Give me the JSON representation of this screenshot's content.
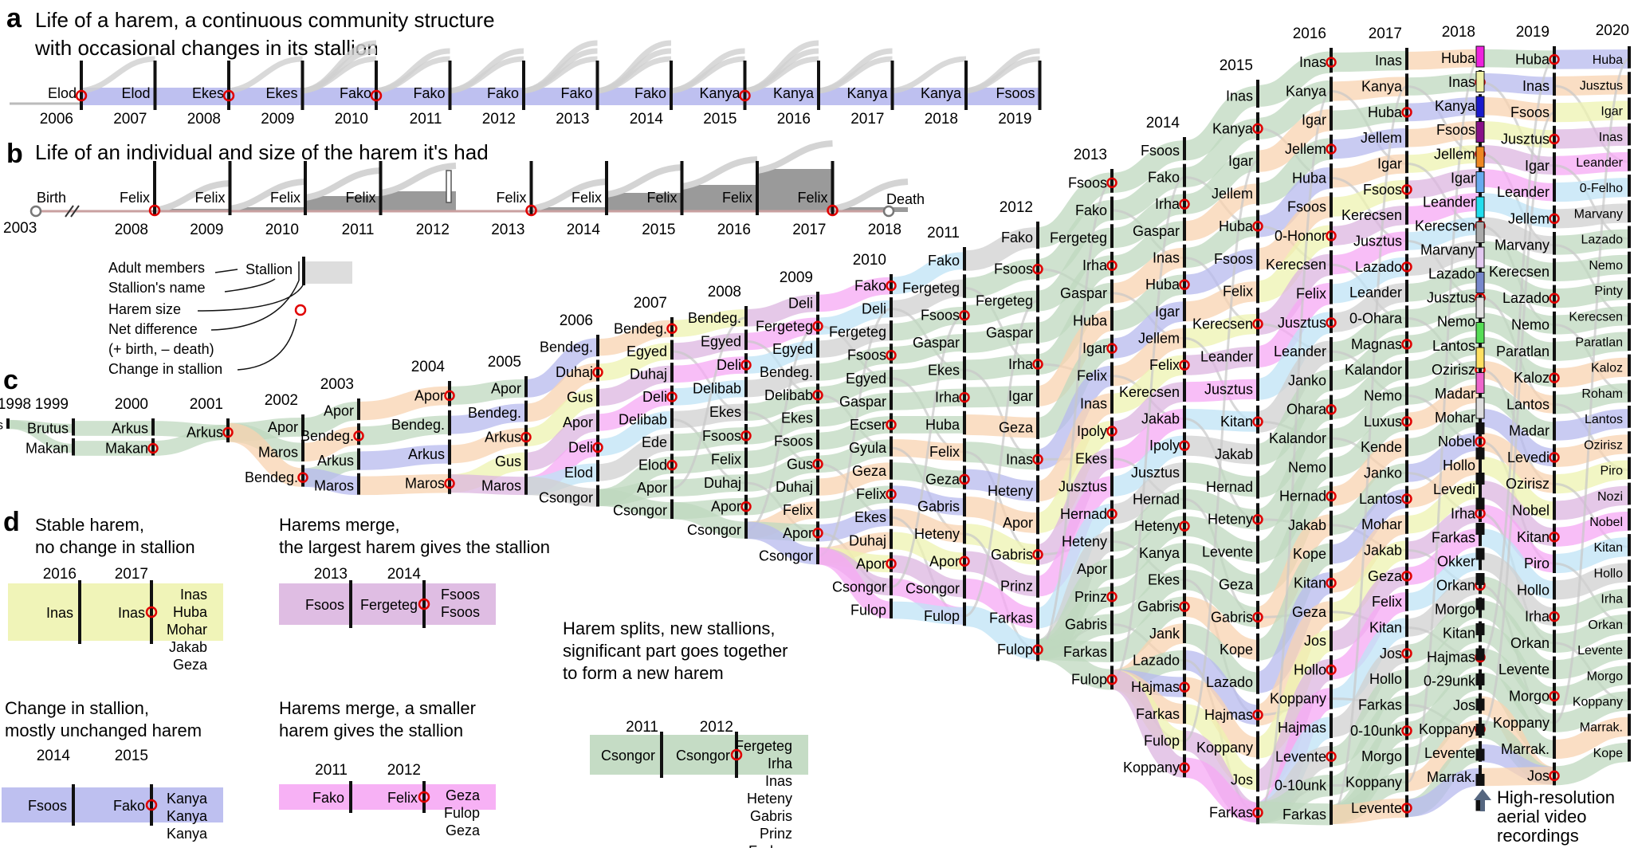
{
  "panel_a": {
    "letter": "a",
    "title_line1": "Life of a harem, a continuous community structure",
    "title_line2": "with occasional changes in its stallion",
    "cols": [
      {
        "year": "2006",
        "stallion": "Elod"
      },
      {
        "year": "2007",
        "stallion": "Elod"
      },
      {
        "year": "2008",
        "stallion": "Ekes"
      },
      {
        "year": "2009",
        "stallion": "Ekes"
      },
      {
        "year": "2010",
        "stallion": "Fako"
      },
      {
        "year": "2011",
        "stallion": "Fako"
      },
      {
        "year": "2012",
        "stallion": "Fako"
      },
      {
        "year": "2013",
        "stallion": "Fako"
      },
      {
        "year": "2014",
        "stallion": "Fako"
      },
      {
        "year": "2015",
        "stallion": "Kanya"
      },
      {
        "year": "2016",
        "stallion": "Kanya"
      },
      {
        "year": "2017",
        "stallion": "Kanya"
      },
      {
        "year": "2018",
        "stallion": "Kanya"
      },
      {
        "year": "2019",
        "stallion": "Fsoos"
      }
    ],
    "change_years": [
      "2006",
      "2008",
      "2010",
      "2015"
    ],
    "harem_color": "#b7b9ee"
  },
  "panel_b": {
    "letter": "b",
    "title": "Life of an individual and size of the harem it's had",
    "birth_label": "Birth",
    "death_label": "Death",
    "birth_year": "2003",
    "cols": [
      {
        "year": "2008",
        "stallion": "Felix"
      },
      {
        "year": "2009",
        "stallion": "Felix"
      },
      {
        "year": "2010",
        "stallion": "Felix"
      },
      {
        "year": "2011",
        "stallion": "Felix"
      },
      {
        "year": "2012",
        "stallion": ""
      },
      {
        "year": "2013",
        "stallion": "Felix"
      },
      {
        "year": "2014",
        "stallion": "Felix"
      },
      {
        "year": "2015",
        "stallion": "Felix"
      },
      {
        "year": "2016",
        "stallion": "Felix"
      },
      {
        "year": "2017",
        "stallion": "Felix"
      },
      {
        "year": "2018",
        "stallion": ""
      }
    ],
    "harem_color": "#888888",
    "life_color": "#c9a0a0"
  },
  "legend": {
    "adult_members": "Adult members",
    "stallion_name": "Stallion's name",
    "harem_size": "Harem size",
    "net_difference": "Net difference",
    "net_difference_note": "(+ birth, – death)",
    "change_in_stallion": "Change in stallion",
    "sample_label": "Stallion"
  },
  "panel_c": {
    "letter": "c",
    "columns": [
      {
        "year": "1998",
        "stallions": [
          "Brutus"
        ]
      },
      {
        "year": "1999",
        "stallions": [
          "Brutus",
          "Makan"
        ]
      },
      {
        "year": "2000",
        "stallions": [
          "Arkus",
          "Makan"
        ]
      },
      {
        "year": "2001",
        "stallions": [
          "Arkus"
        ]
      },
      {
        "year": "2002",
        "stallions": [
          "Apor",
          "Maros",
          "Bendeg."
        ]
      },
      {
        "year": "2003",
        "stallions": [
          "Apor",
          "Bendeg.",
          "Arkus",
          "Maros"
        ]
      },
      {
        "year": "2004",
        "stallions": [
          "Apor",
          "Bendeg.",
          "Arkus",
          "Maros"
        ]
      },
      {
        "year": "2005",
        "stallions": [
          "Apor",
          "Bendeg.",
          "Arkus",
          "Gus",
          "Maros"
        ]
      },
      {
        "year": "2006",
        "stallions": [
          "Bendeg.",
          "Duhaj",
          "Gus",
          "Apor",
          "Deli",
          "Elod",
          "Csongor"
        ]
      },
      {
        "year": "2007",
        "stallions": [
          "Bendeg.",
          "Egyed",
          "Duhaj",
          "Deli",
          "Delibab",
          "Ede",
          "Elod",
          "Apor",
          "Csongor"
        ]
      },
      {
        "year": "2008",
        "stallions": [
          "Bendeg.",
          "Egyed",
          "Deli",
          "Delibab",
          "Ekes",
          "Fsoos",
          "Felix",
          "Duhaj",
          "Apor",
          "Csongor"
        ]
      },
      {
        "year": "2009",
        "stallions": [
          "Deli",
          "Fergeteg",
          "Egyed",
          "Bendeg.",
          "Delibab",
          "Ekes",
          "Fsoos",
          "Gus",
          "Duhaj",
          "Felix",
          "Apor",
          "Csongor"
        ]
      },
      {
        "year": "2010",
        "stallions": [
          "Fako",
          "Deli",
          "Fergeteg",
          "Fsoos",
          "Egyed",
          "Gaspar",
          "Ecser",
          "Gyula",
          "Geza",
          "Felix",
          "Ekes",
          "Duhaj",
          "Apor",
          "Csongor",
          "Fulop"
        ]
      },
      {
        "year": "2011",
        "stallions": [
          "Fako",
          "Fergeteg",
          "Fsoos",
          "Gaspar",
          "Ekes",
          "Irha",
          "Huba",
          "Felix",
          "Geza",
          "Gabris",
          "Heteny",
          "Apor",
          "Csongor",
          "Fulop"
        ]
      },
      {
        "year": "2012",
        "stallions": [
          "Fako",
          "Fsoos",
          "Fergeteg",
          "Gaspar",
          "Irha",
          "Igar",
          "Geza",
          "Inas",
          "Heteny",
          "Apor",
          "Gabris",
          "Prinz",
          "Farkas",
          "Fulop"
        ]
      },
      {
        "year": "2013",
        "stallions": [
          "Fsoos",
          "Fako",
          "Fergeteg",
          "Irha",
          "Gaspar",
          "Huba",
          "Igar",
          "Felix",
          "Inas",
          "Ipoly",
          "Ekes",
          "Jusztus",
          "Hernad",
          "Heteny",
          "Apor",
          "Prinz",
          "Gabris",
          "Farkas",
          "Fulop"
        ]
      },
      {
        "year": "2014",
        "stallions": [
          "Fsoos",
          "Fako",
          "Irha",
          "Gaspar",
          "Inas",
          "Huba",
          "Igar",
          "Jellem",
          "Felix",
          "Kerecsen",
          "Jakab",
          "Ipoly",
          "Jusztus",
          "Hernad",
          "Heteny",
          "Kanya",
          "Ekes",
          "Gabris",
          "Jank",
          "Lazado",
          "Hajmas",
          "Farkas",
          "Fulop",
          "Koppany"
        ]
      },
      {
        "year": "2015",
        "stallions": [
          "Inas",
          "Kanya",
          "Igar",
          "Jellem",
          "Huba",
          "Fsoos",
          "Felix",
          "Kerecsen",
          "Leander",
          "Jusztus",
          "Kitan",
          "Jakab",
          "Hernad",
          "Heteny",
          "Levente",
          "Geza",
          "Gabris",
          "Kope",
          "Lazado",
          "Hajmas",
          "Koppany",
          "Jos",
          "Farkas"
        ]
      },
      {
        "year": "2016",
        "stallions": [
          "Inas",
          "Kanya",
          "Igar",
          "Jellem",
          "Huba",
          "Fsoos",
          "0-Honor",
          "Kerecsen",
          "Felix",
          "Jusztus",
          "Leander",
          "Janko",
          "Ohara",
          "Kalandor",
          "Nemo",
          "Hernad",
          "Jakab",
          "Kope",
          "Kitan",
          "Geza",
          "Jos",
          "Hollo",
          "Koppany",
          "Hajmas",
          "Levente",
          "0-10unk",
          "Farkas"
        ]
      },
      {
        "year": "2017",
        "stallions": [
          "Inas",
          "Kanya",
          "Huba",
          "Jellem",
          "Igar",
          "Fsoos",
          "Kerecsen",
          "Jusztus",
          "Lazado",
          "Leander",
          "0-Ohara",
          "Magnas",
          "Kalandor",
          "Nemo",
          "Luxus",
          "Kende",
          "Janko",
          "Lantos",
          "Mohar",
          "Jakab",
          "Geza",
          "Felix",
          "Kitan",
          "Jos",
          "Hollo",
          "Farkas",
          "0-10unk",
          "Morgo",
          "Koppany",
          "Levente"
        ]
      },
      {
        "year": "2018",
        "stallions": [
          "Huba",
          "Inas",
          "Kanya",
          "Fsoos",
          "Jellem",
          "Igar",
          "Leander",
          "Kerecsen",
          "Marvany",
          "Lazado",
          "Jusztus",
          "Nemo",
          "Lantos",
          "Ozirisz",
          "Madar",
          "Mohar",
          "Nobel",
          "Hollo",
          "Levedi",
          "Irha",
          "Farkas",
          "Okker",
          "Orkan",
          "Morgo",
          "Kitan",
          "Hajmas",
          "0-29unk",
          "Jos",
          "Koppany",
          "Levente",
          "Marrak."
        ]
      },
      {
        "year": "2019",
        "stallions": [
          "Huba",
          "Inas",
          "Fsoos",
          "Jusztus",
          "Igar",
          "Leander",
          "Jellem",
          "Marvany",
          "Kerecsen",
          "Lazado",
          "Nemo",
          "Paratlan",
          "Kaloz",
          "Lantos",
          "Madar",
          "Levedi",
          "Ozirisz",
          "Nobel",
          "Kitan",
          "Piro",
          "Hollo",
          "Irha",
          "Orkan",
          "Levente",
          "Morgo",
          "Koppany",
          "Marrak.",
          "Jos"
        ]
      },
      {
        "year": "2020",
        "stallions": [
          "Huba",
          "Jusztus",
          "Igar",
          "Inas",
          "Leander",
          "0-Felho",
          "Marvany",
          "Lazado",
          "Nemo",
          "Pinty",
          "Kerecsen",
          "Paratlan",
          "Kaloz",
          "Roham",
          "Lantos",
          "Ozirisz",
          "Piro",
          "Nozi",
          "Nobel",
          "Kitan",
          "Hollo",
          "Irha",
          "Orkan",
          "Levente",
          "Morgo",
          "Koppany",
          "Marrak.",
          "Kope"
        ]
      }
    ],
    "aerial_note": "High-resolution aerial video recordings",
    "colors_2018": [
      "#ee22dd",
      "#eef0a8",
      "#1a1acc",
      "#881188",
      "#ee8822",
      "#66aaee",
      "#22ddee",
      "#aaaaaa",
      "#e2c9f0",
      "#7788cc",
      "#e0e0e0",
      "#55dd55",
      "#ffe060",
      "#ee66cc",
      "#dddddd"
    ]
  },
  "panel_d": {
    "letter": "d",
    "examples": [
      {
        "title1": "Stable harem,",
        "title2": "no change in stallion",
        "years": [
          "2016",
          "2017"
        ],
        "labels": [
          "Inas",
          "Inas",
          "Inas",
          "Huba",
          "Mohar",
          "Jakab",
          "Geza"
        ]
      },
      {
        "title1": "Harems merge,",
        "title2": "the largest harem gives the stallion",
        "years": [
          "2013",
          "2014"
        ],
        "labels": [
          "Fsoos",
          "Fergeteg",
          "Fsoos",
          "Fsoos"
        ]
      },
      {
        "title1": "Change in stallion,",
        "title2": "mostly unchanged harem",
        "years": [
          "2014",
          "2015"
        ],
        "labels": [
          "Fsoos",
          "Fako",
          "Kanya",
          "Kanya",
          "Kanya"
        ]
      },
      {
        "title1": "Harems merge, a smaller",
        "title2": "harem gives the stallion",
        "years": [
          "2011",
          "2012"
        ],
        "labels": [
          "Fako",
          "Felix",
          "Geza",
          "Fulop",
          "Geza"
        ]
      },
      {
        "title1": "Harem splits, new stallions,",
        "title2": "significant part goes together",
        "title3": "to form a new harem",
        "years": [
          "2011",
          "2012"
        ],
        "labels": [
          "Csongor",
          "Csongor",
          "Fergeteg",
          "Irha",
          "Inas",
          "Heteny",
          "Gabris",
          "Prinz",
          "Farkas"
        ]
      }
    ]
  },
  "palette": {
    "green": "#bfd8bf",
    "orange": "#f8d3b0",
    "blue": "#b7b9ee",
    "yellow": "#eef3b0",
    "purple": "#dcb6e0",
    "pink": "#f6a8f4",
    "light_blue": "#bfe3f5",
    "gray": "#d0d0d0",
    "red": "#e00000"
  }
}
